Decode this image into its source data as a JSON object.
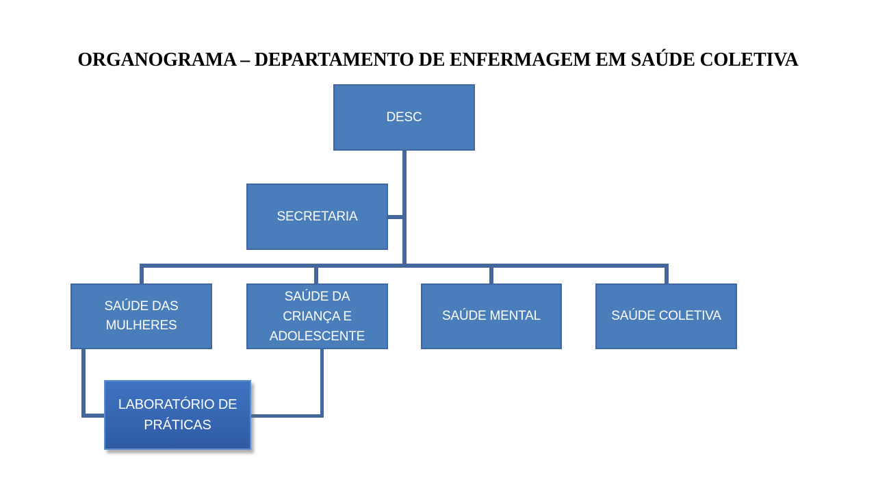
{
  "title": "ORGANOGRAMA – DEPARTAMENTO DE ENFERMAGEM EM SAÚDE COLETIVA",
  "colors": {
    "title_text": "#000000",
    "node_fill": "#4a7ebb",
    "node_border": "#3f68a0",
    "node_text": "#ffffff",
    "connector": "#44689c",
    "lab_gradient_top": "#3e74c2",
    "lab_gradient_bottom": "#2f5ba4",
    "lab_border": "#5f8ccb"
  },
  "nodes": {
    "desc": {
      "label": "DESC"
    },
    "secretaria": {
      "label": "SECRETARIA"
    },
    "saude_das_mulheres": {
      "label": "SAÚDE DAS\nMULHERES"
    },
    "saude_da_crianca_e_adolescente": {
      "label": "SAÚDE DA\nCRIANÇA E\nADOLESCENTE"
    },
    "saude_mental": {
      "label": "SAÚDE MENTAL"
    },
    "saude_coletiva": {
      "label": "SAÚDE COLETIVA"
    },
    "laboratorio_de_praticas": {
      "label": "LABORATÓRIO DE\nPRÁTICAS"
    }
  },
  "hierarchy": {
    "root": "DESC",
    "edges": [
      {
        "from": "DESC",
        "to": "SECRETARIA"
      },
      {
        "from": "DESC",
        "to": "SAÚDE DAS MULHERES"
      },
      {
        "from": "DESC",
        "to": "SAÚDE DA CRIANÇA E ADOLESCENTE"
      },
      {
        "from": "DESC",
        "to": "SAÚDE MENTAL"
      },
      {
        "from": "DESC",
        "to": "SAÚDE COLETIVA"
      },
      {
        "from": "SAÚDE DAS MULHERES",
        "to": "LABORATÓRIO DE PRÁTICAS"
      },
      {
        "from": "SAÚDE DA CRIANÇA E ADOLESCENTE",
        "to": "LABORATÓRIO DE PRÁTICAS"
      }
    ]
  }
}
